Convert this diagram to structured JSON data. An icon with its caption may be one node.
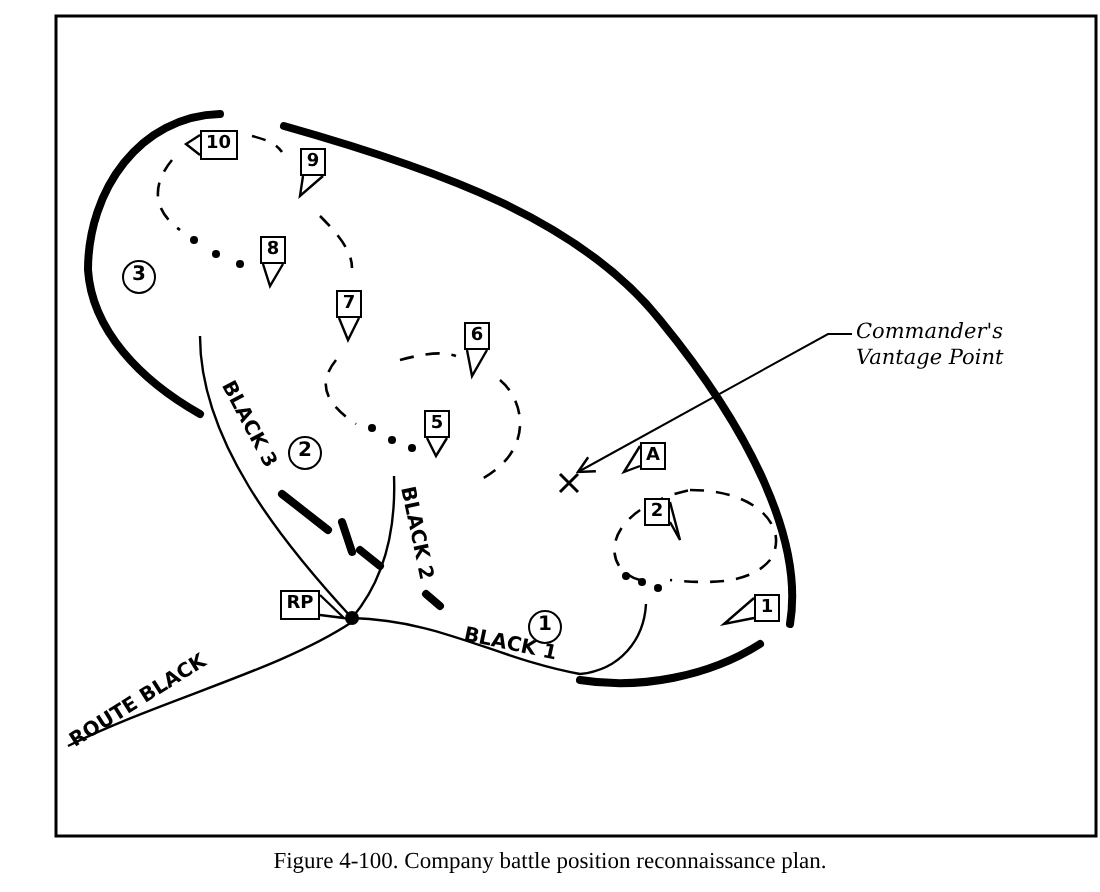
{
  "diagram": {
    "caption": "Figure 4-100. Company battle position reconnaissance plan.",
    "nodes": [
      {
        "text": [
          "10"
        ]
      },
      {
        "text": [
          "9"
        ]
      },
      {
        "text": [
          "8"
        ]
      },
      {
        "text": [
          "7"
        ]
      },
      {
        "text": [
          "6"
        ]
      },
      {
        "text": [
          "5"
        ]
      },
      {
        "text": [
          "A"
        ]
      },
      {
        "text": [
          "2"
        ]
      },
      {
        "text": [
          "1"
        ]
      },
      {
        "text": [
          "RP"
        ]
      },
      {
        "text": [
          "3"
        ]
      },
      {
        "text": [
          "2"
        ]
      },
      {
        "text": [
          "1"
        ]
      },
      {
        "text": [
          "Commander's Vantage Point"
        ]
      },
      {
        "text": [],
        "shape": "cross"
      }
    ],
    "edges": [
      {
        "from": 13,
        "to": 14,
        "arrow": "to"
      }
    ],
    "labels": [
      "BLACK 3",
      "BLACK 2",
      "BLACK 1",
      "ROUTE BLACK"
    ]
  }
}
